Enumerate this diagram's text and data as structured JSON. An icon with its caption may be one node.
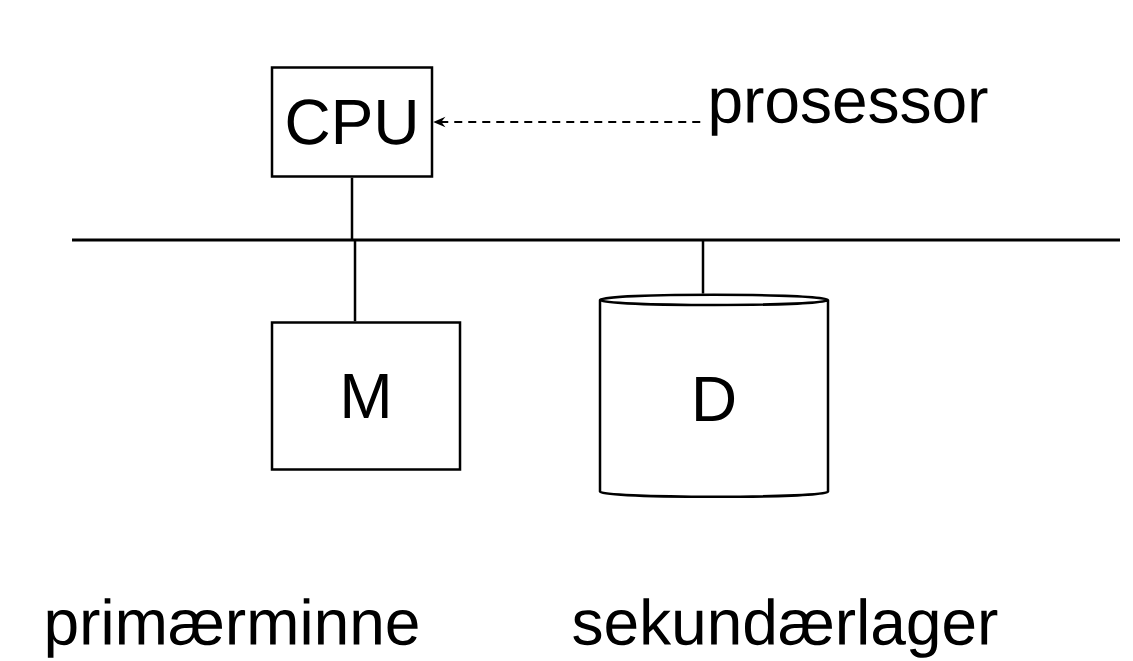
{
  "diagram": {
    "nodes": [
      {
        "text": [
          "CPU"
        ]
      },
      {
        "text": [
          "prosessor"
        ]
      },
      {
        "text": [],
        "shape": "bar"
      },
      {
        "text": [
          "M"
        ],
        "beside": [
          "primærminne"
        ]
      },
      {
        "text": [
          "D"
        ],
        "beside": [
          "sekundærlager"
        ]
      }
    ],
    "edges": [
      {
        "from": 1,
        "to": 0,
        "arrow": "to",
        "style": "dashed"
      },
      {
        "from": 0,
        "to": 2,
        "arrow": "none"
      },
      {
        "from": 2,
        "to": 3,
        "arrow": "none"
      },
      {
        "from": 2,
        "to": 4,
        "arrow": "none"
      }
    ]
  }
}
